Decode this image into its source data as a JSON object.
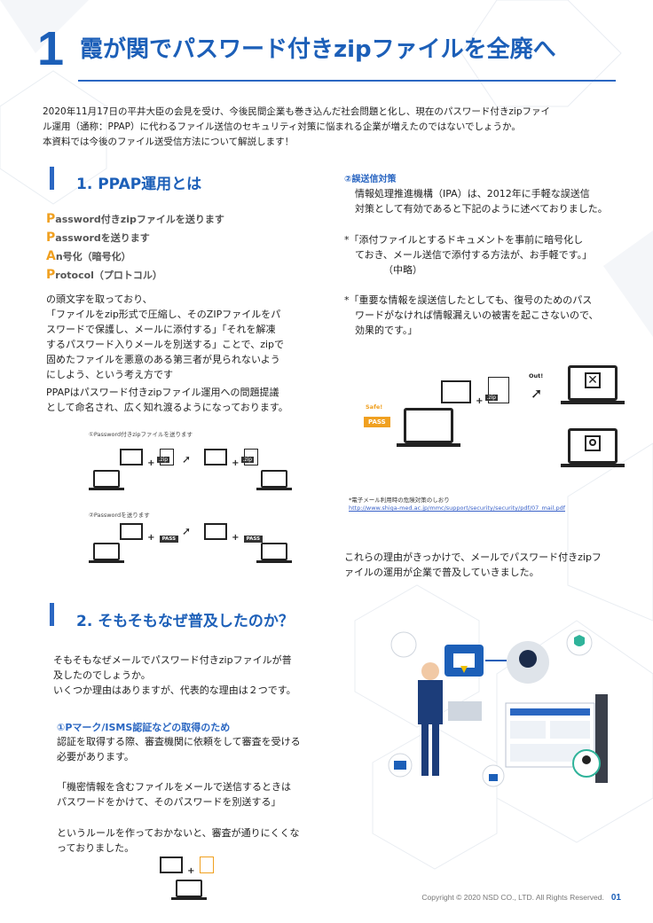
{
  "header": {
    "number": "1",
    "title": "霞が関でパスワード付きzipファイルを全廃へ"
  },
  "intro": {
    "line1": "2020年11月17日の平井大臣の会見を受け、今後民間企業も巻き込んだ社会問題と化し、現在のパスワード付きzipファイ",
    "line2": "ル運用（通称：PPAP）に代わるファイル送信のセキュリティ対策に悩まれる企業が増えたのではないでしょうか。",
    "line3": "本資料では今後のファイル送受信方法について解説します！"
  },
  "section1": {
    "title": "1. PPAP運用とは",
    "acronym": [
      {
        "cap": "P",
        "rest": "assword付きzipファイルを送ります"
      },
      {
        "cap": "P",
        "rest": "asswordを送ります"
      },
      {
        "cap": "A",
        "rest": "n号化（暗号化）"
      },
      {
        "cap": "P",
        "rest": "rotocol（プロトコル）"
      }
    ],
    "para1": [
      "の頭文字を取っており、",
      "「ファイルをzip形式で圧縮し、そのZIPファイルをパ",
      "スワードで保護し、メールに添付する」「それを解凍",
      "するパスワード入りメールを別送する」ことで、zipで",
      "固めたファイルを悪意のある第三者が見られないよう",
      "にしよう、という考え方です"
    ],
    "para2": [
      "PPAPはパスワード付きzipファイル運用への問題提議",
      "として命名され、広く知れ渡るようになっております。"
    ],
    "fig1_caption": "①Password付きzipファイルを送ります",
    "fig2_caption": "②Passwordを送ります",
    "zip_label": ".zip",
    "pass_label": "PASS"
  },
  "right_col": {
    "subtitle": "②誤送信対策",
    "lines": [
      "情報処理推進機構（IPA）は、2012年に手軽な誤送信",
      "対策として有効であると下記のように述べておりました。"
    ],
    "quote1": [
      "*「添付ファイルとするドキュメントを事前に暗号化し",
      "ておき、メール送信で添付する方法が、お手軽です。」",
      "（中略）"
    ],
    "quote2": [
      "*「重要な情報を誤送信したとしても、復号のためのパス",
      "ワードがなければ情報漏えいの被害を起こさないので、",
      "効果的です。」"
    ],
    "out_label": "Out!",
    "safe_label": "Safe!",
    "pass_label": "PASS",
    "zip_label": ".zip",
    "ref_note": "*電子メール利用時の危険対策のしおり",
    "ref_link": "http://www.shiga-med.ac.jp/mmc/support/security/security/pdf/07_mail.pdf",
    "conclusion": [
      "これらの理由がきっかけで、メールでパスワード付きzipフ",
      "ァイルの運用が企業で普及していきました。"
    ]
  },
  "section2": {
    "title": "2. そもそもなぜ普及したのか？",
    "para1": [
      "そもそもなぜメールでパスワード付きzipファイルが普",
      "及したのでしょうか。",
      "いくつか理由はありますが、代表的な理由は２つです。"
    ],
    "subtitle": "①Pマーク/ISMS認証などの取得のため",
    "para2": [
      "認証を取得する際、審査機関に依頼をして審査を受ける",
      "必要があります。"
    ],
    "quote": [
      "「機密情報を含むファイルをメールで送信するときは",
      "パスワードをかけて、そのパスワードを別送する」"
    ],
    "para3": [
      "というルールを作っておかないと、審査が通りにくくな",
      "っておりました。"
    ]
  },
  "footer": {
    "copyright": "Copyright © 2020 NSD CO., LTD. All Rights Reserved.",
    "page": "01"
  },
  "colors": {
    "brand_blue": "#1c5fb8",
    "accent_orange": "#f0a020"
  }
}
